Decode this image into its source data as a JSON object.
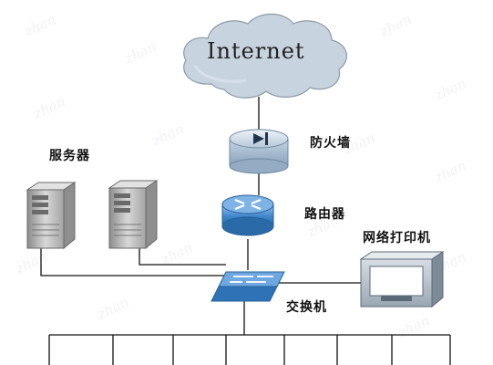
{
  "nodes": {
    "internet": {
      "label": "Internet",
      "icon": "cloud-icon"
    },
    "firewall": {
      "label": "防火墙",
      "icon": "firewall-icon"
    },
    "router": {
      "label": "路由器",
      "icon": "router-icon"
    },
    "switch": {
      "label": "交换机",
      "icon": "switch-icon"
    },
    "servers": {
      "label": "服务器",
      "icon": "server-tower-icon",
      "count": 2
    },
    "printer": {
      "label": "网络打印机",
      "icon": "printer-icon"
    }
  },
  "connections": [
    [
      "internet",
      "firewall"
    ],
    [
      "firewall",
      "router"
    ],
    [
      "router",
      "switch"
    ],
    [
      "servers",
      "switch"
    ],
    [
      "printer",
      "switch"
    ],
    [
      "switch",
      "clients"
    ]
  ],
  "colors": {
    "cloud_fill": "#c7d4df",
    "device_blue": "#5a9ad6",
    "device_light": "#dfe8f1",
    "line": "#111111",
    "server_grey": "#b9b9b9"
  }
}
